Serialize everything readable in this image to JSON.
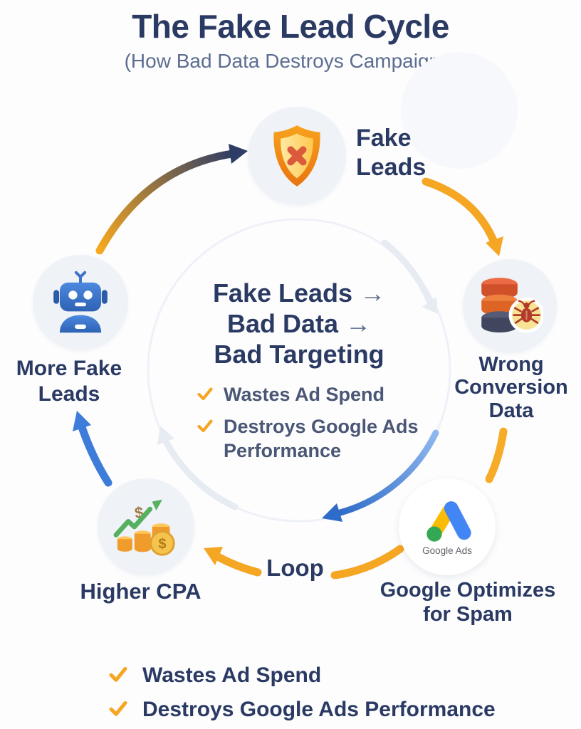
{
  "title": "The Fake Lead Cycle",
  "subtitle": "(How Bad Data Destroys Campaigns)",
  "colors": {
    "navy": "#2A3A63",
    "muted": "#5C6D90",
    "orange": "#F5A623",
    "blue": "#3D7CD9",
    "check_text": "#4A5775",
    "node_bg": "#EFF2F6",
    "ghost": "#E7EBF2",
    "green": "#34A853",
    "google_blue": "#4285F4",
    "google_yellow": "#FBBC05",
    "google_green": "#34A853",
    "red_x": "#DB5A3C"
  },
  "nodes": {
    "fake_leads": {
      "label": "Fake Leads",
      "icon": "shield-x-icon"
    },
    "wrong_conversion": {
      "label": "Wrong Conversion Data",
      "icon": "database-bug-icon"
    },
    "google_optimizes": {
      "label": "Google Optimizes for Spam",
      "icon": "google-ads-icon",
      "logo_caption": "Google Ads"
    },
    "higher_cpa": {
      "label": "Higher CPA",
      "icon": "rising-cpa-icon"
    },
    "more_fake_leads": {
      "label": "More Fake Leads",
      "icon": "robot-icon"
    }
  },
  "center": {
    "flow": [
      {
        "text": "Fake Leads",
        "arrow": "→"
      },
      {
        "text": "Bad Data",
        "arrow": "→"
      },
      {
        "text": "Bad Targeting",
        "arrow": ""
      }
    ],
    "checks": [
      "Wastes Ad Spend",
      "Destroys Google Ads Performance"
    ]
  },
  "loop_label": "Loop",
  "footer_checks": [
    "Wastes Ad Spend",
    "Destroys Google Ads Performance"
  ],
  "glyphs": {
    "dollar": "$"
  }
}
